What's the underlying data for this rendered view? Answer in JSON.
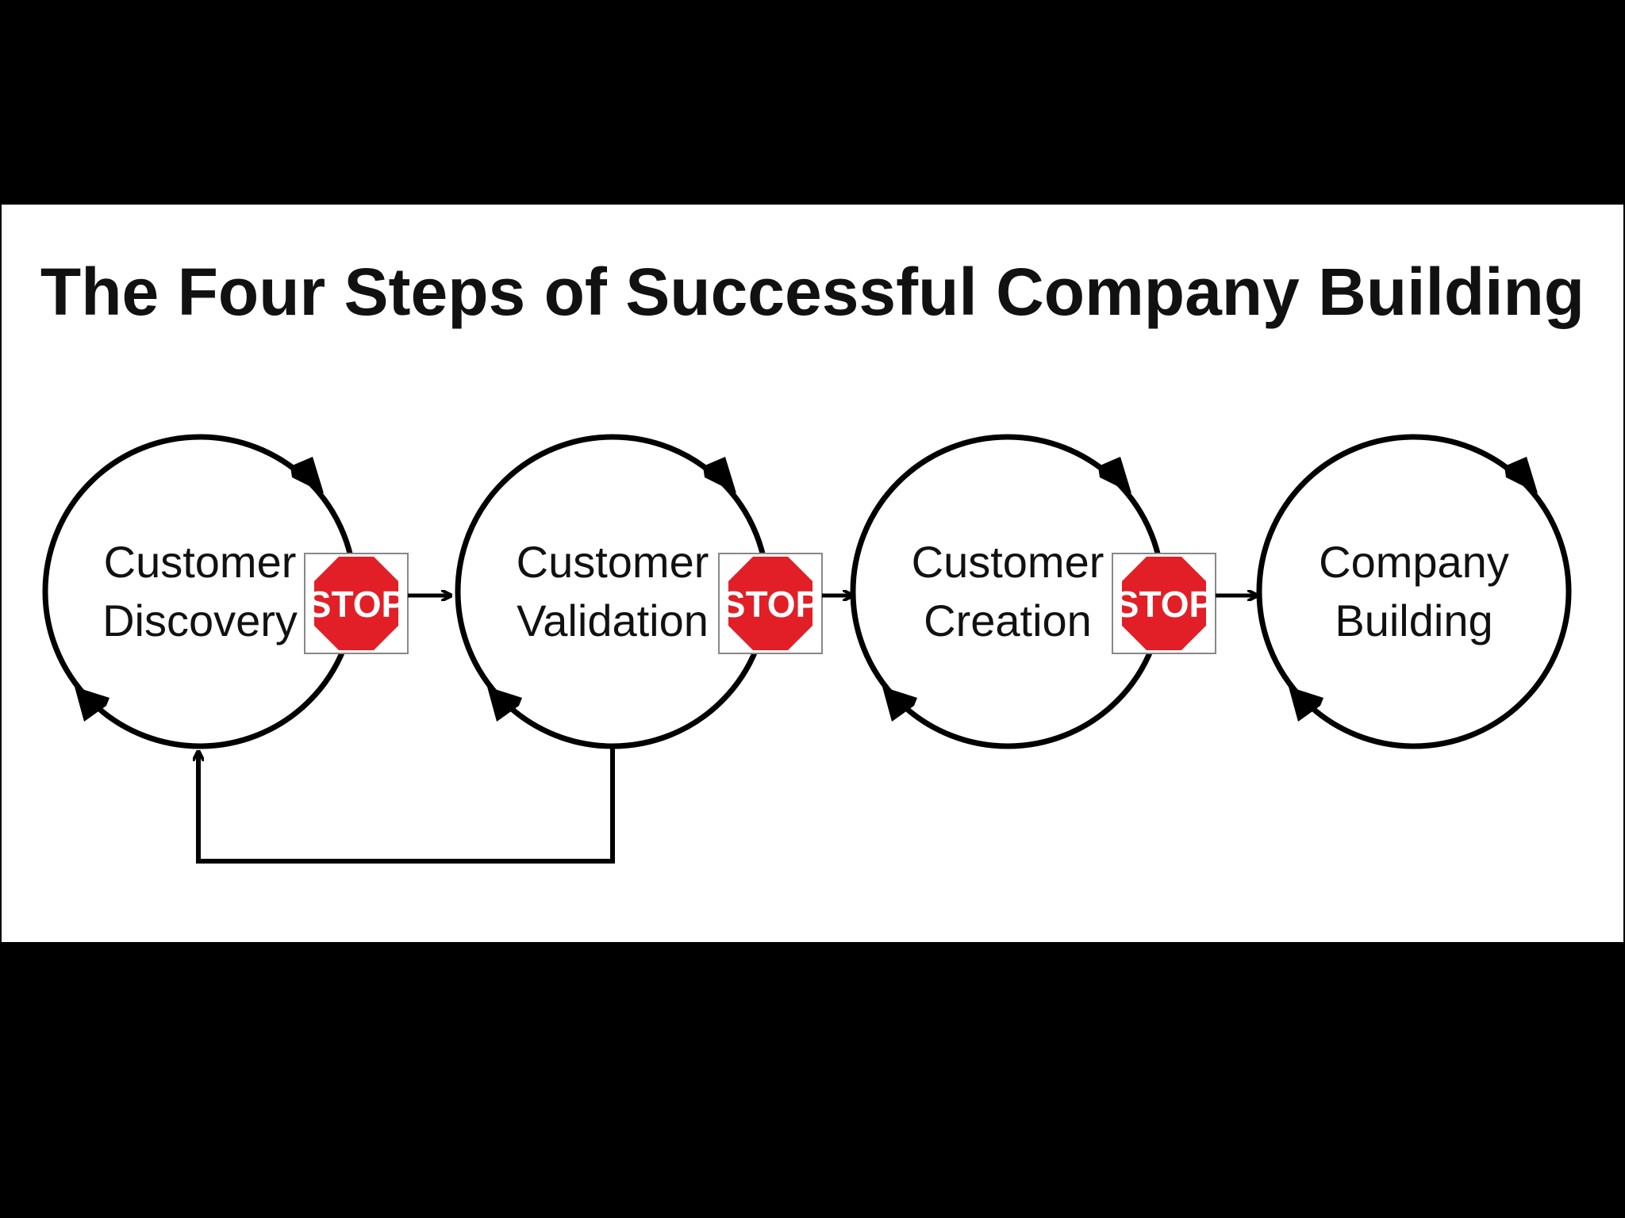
{
  "title": "The Four Steps of Successful Company Building",
  "stages": [
    {
      "line1": "Customer",
      "line2": "Discovery"
    },
    {
      "line1": "Customer",
      "line2": "Validation"
    },
    {
      "line1": "Customer",
      "line2": "Creation"
    },
    {
      "line1": "Company",
      "line2": "Building"
    }
  ],
  "stop_sign": {
    "label": "STOP",
    "color": "#e21f26"
  },
  "colors": {
    "background": "#000000",
    "panel": "#ffffff",
    "stroke": "#000000"
  }
}
